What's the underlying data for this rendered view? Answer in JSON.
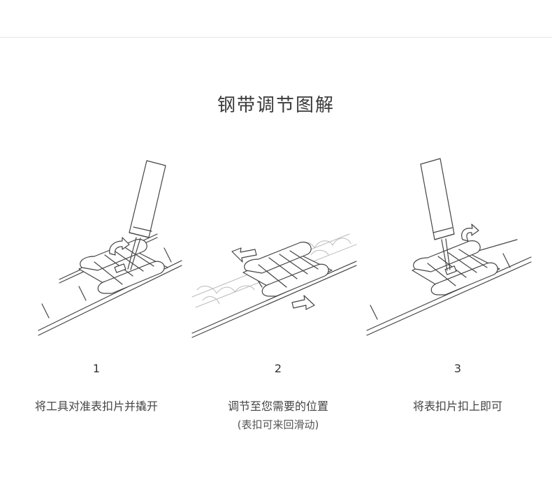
{
  "title": "钢带调节图解",
  "steps": [
    {
      "number": "1",
      "caption": "将工具对准表扣片并撬开"
    },
    {
      "number": "2",
      "caption": "调节至您需要的位置",
      "note": "(表扣可来回滑动)"
    },
    {
      "number": "3",
      "caption": "将表扣片扣上即可"
    }
  ]
}
